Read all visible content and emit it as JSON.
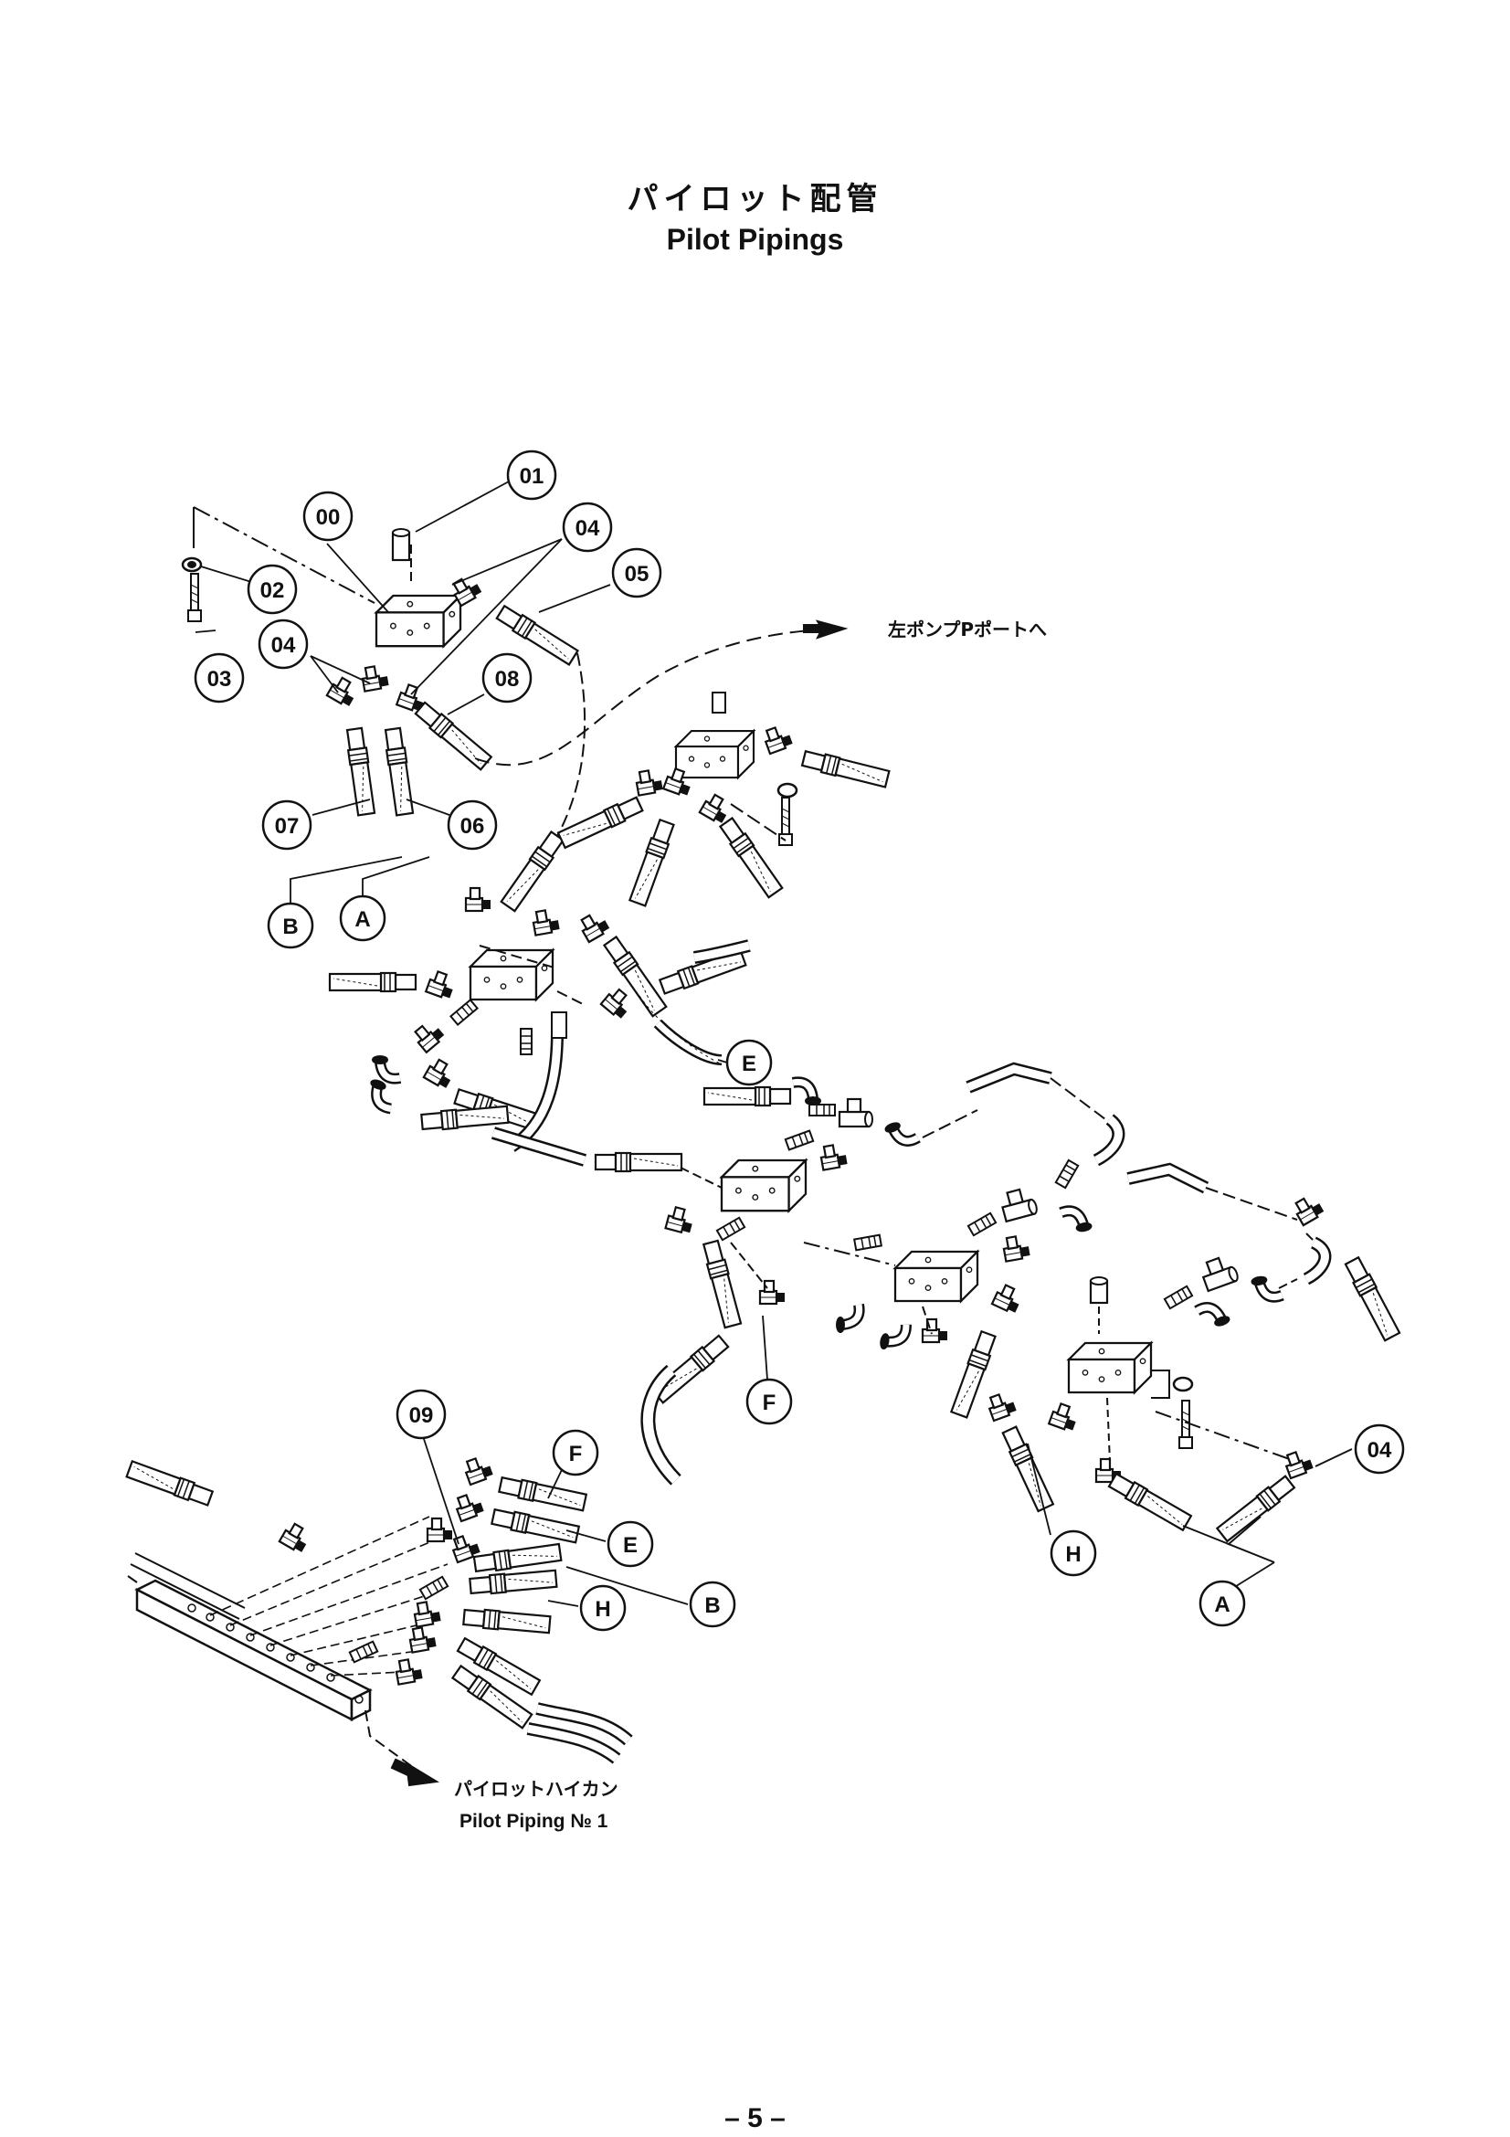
{
  "title_jp": "パイロット配管",
  "title_en": "Pilot Pipings",
  "page_number": "– 5 –",
  "note_left_pump": "左ポンプPポートへ",
  "note_pilot_jp": "パイロットハイカン",
  "note_pilot_en": "Pilot Piping № 1",
  "callouts": {
    "c00": "00",
    "c01": "01",
    "c02": "02",
    "c03": "03",
    "c04a": "04",
    "c04b": "04",
    "c04c": "04",
    "c05": "05",
    "c06": "06",
    "c07": "07",
    "c08": "08",
    "c09": "09",
    "A1": "A",
    "B1": "B",
    "E1": "E",
    "F1": "F",
    "F2": "F",
    "E2": "E",
    "B2": "B",
    "H2": "H",
    "H1": "H",
    "A2": "A"
  },
  "colors": {
    "ink": "#111111",
    "paper": "#ffffff"
  }
}
